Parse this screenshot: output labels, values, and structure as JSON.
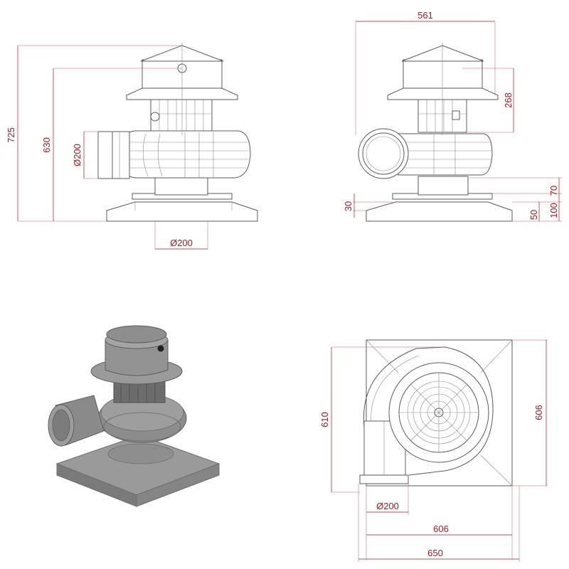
{
  "front_view": {
    "height_total": "725",
    "height_body": "630",
    "inlet_diameter": "Ø200",
    "outlet_diameter": "Ø200"
  },
  "side_view": {
    "width": "561",
    "motor_height": "268",
    "dim_70": "70",
    "dim_30": "30",
    "dim_100": "100",
    "dim_50": "50"
  },
  "top_view": {
    "depth_610": "610",
    "depth_606": "606",
    "inlet_diameter": "Ø200",
    "width_606": "606",
    "width_650": "650"
  },
  "colors": {
    "dimension": "#b0141e",
    "drawing": "#5a5a5a",
    "render_body": "#8c8c8c"
  }
}
